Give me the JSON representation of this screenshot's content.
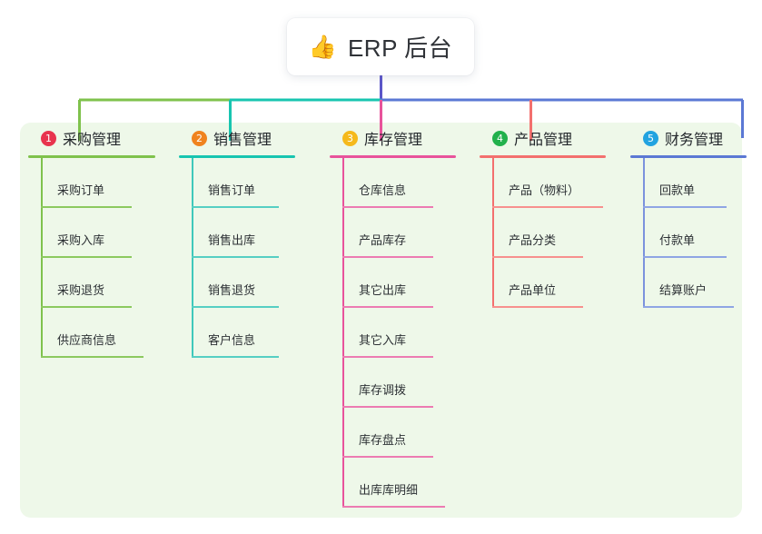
{
  "root": {
    "icon": "thumbs-up-emoji",
    "icon_glyph": "👍",
    "title": "ERP 后台"
  },
  "colors": {
    "panel_background": "#eef8e9",
    "page_background": "#ffffff",
    "text": "#2d3135",
    "branch_green": "#7fc24c",
    "branch_teal": "#18c5b0",
    "branch_pink": "#e8539b",
    "branch_red": "#f3706e",
    "branch_blue": "#5b78d4",
    "root_stem": "#5b55c9",
    "badge_1": "#e8344e",
    "badge_2": "#f0831e",
    "badge_3": "#f5b91b",
    "badge_4": "#22b14c",
    "badge_5": "#22a3e0"
  },
  "columns": [
    {
      "index": "1",
      "badge_color": "#e8344e",
      "line_color": "#7fc24c",
      "title": "采购管理",
      "items": [
        "采购订单",
        "采购入库",
        "采购退货",
        "供应商信息"
      ]
    },
    {
      "index": "2",
      "badge_color": "#f0831e",
      "line_color": "#18c5b0",
      "title": "销售管理",
      "items": [
        "销售订单",
        "销售出库",
        "销售退货",
        "客户信息"
      ]
    },
    {
      "index": "3",
      "badge_color": "#f5b91b",
      "line_color": "#e8539b",
      "title": "库存管理",
      "items": [
        "仓库信息",
        "产品库存",
        "其它出库",
        "其它入库",
        "库存调拨",
        "库存盘点",
        "出库库明细"
      ]
    },
    {
      "index": "4",
      "badge_color": "#22b14c",
      "line_color": "#f3706e",
      "title": "产品管理",
      "items": [
        "产品（物料）",
        "产品分类",
        "产品单位"
      ]
    },
    {
      "index": "5",
      "badge_color": "#22a3e0",
      "line_color": "#5b78d4",
      "title": "财务管理",
      "items": [
        "回款单",
        "付款单",
        "结算账户"
      ]
    }
  ]
}
